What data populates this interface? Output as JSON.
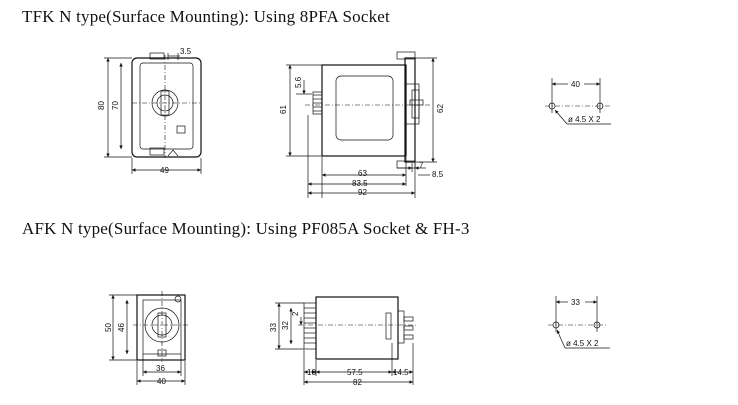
{
  "headings": {
    "tfk": "TFK  N type(Surface Mounting): Using 8PFA Socket",
    "afk": "AFK  N type(Surface Mounting): Using PF085A Socket & FH-3"
  },
  "tfk_front": {
    "d_top": "3.5",
    "d_height_outer": "80",
    "d_height_inner": "70",
    "d_width": "49"
  },
  "tfk_side": {
    "d_knob": "5.6",
    "d_height": "61",
    "d_socket": "62",
    "d_a": "63",
    "d_b": "83.5",
    "d_c": "92",
    "d_d": "7",
    "d_e": "8.5"
  },
  "tfk_holes": {
    "d_pitch": "40",
    "d_hole": "ø 4.5 X 2"
  },
  "afk_front": {
    "d_height_outer": "50",
    "d_height_inner": "46",
    "d_width_inner": "36",
    "d_width_outer": "40"
  },
  "afk_side": {
    "d_height_outer": "33",
    "d_height_inner": "32",
    "d_knob": "2",
    "d_a": "10",
    "d_b": "57.5",
    "d_c": "14.5",
    "d_total": "82"
  },
  "afk_holes": {
    "d_pitch": "33",
    "d_hole": "ø 4.5 X 2"
  }
}
